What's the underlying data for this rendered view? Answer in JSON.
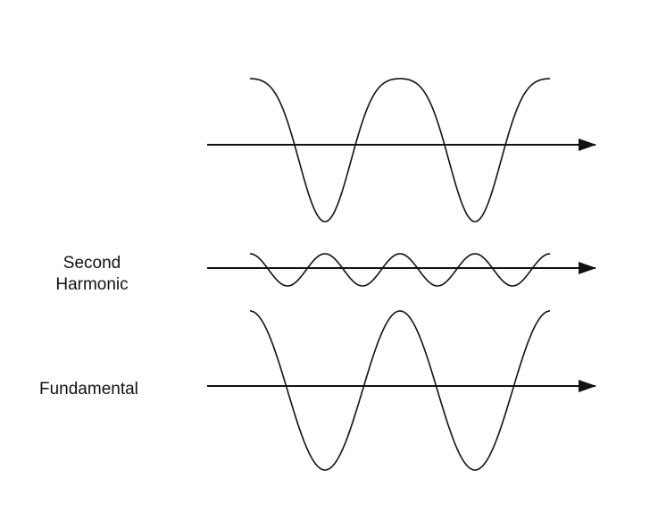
{
  "labels": {
    "second_line1": "Second",
    "second_line2": "Harmonic",
    "fundamental": "Fundamental"
  },
  "colors": {
    "stroke": "#111111",
    "background": "#ffffff"
  }
}
